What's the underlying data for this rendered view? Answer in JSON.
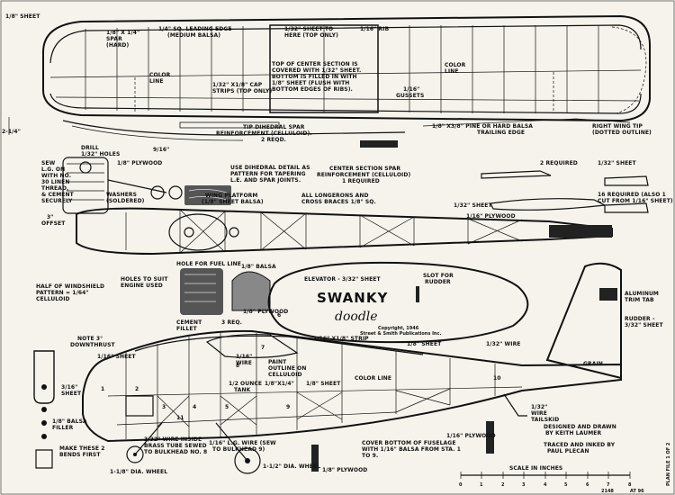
{
  "plan": {
    "title_main": "SWANKY",
    "title_script": "doodle",
    "copyright": [
      "Copyright, 1946",
      "Street & Smith Publications Inc."
    ],
    "designer": [
      "DESIGNED AND DRAWN",
      "BY KEITH LAUMER",
      "TRACED AND INKED BY",
      "PAUL PLECAN"
    ],
    "scale": "SCALE IN INCHES",
    "scale_ticks": [
      "0",
      "1",
      "2",
      "3",
      "4",
      "5",
      "6",
      "7",
      "8"
    ],
    "sheet_note": "PLAN FILE 1 OF 2",
    "footer": [
      "2148",
      "AT 96"
    ]
  },
  "wing": {
    "labels": [
      "1/8\" SHEET",
      "1/8\" X 1/4\"",
      "SPAR",
      "(HARD)",
      "1/4\" SQ. LEADING EDGE",
      "(MEDIUM BALSA)",
      "1/32\" SHEET TO",
      "HERE (TOP ONLY)",
      "1/16\" RIB",
      "COLOR",
      "LINE",
      "1/32\" X1/8\" CAP",
      "STRIPS (TOP ONLY)",
      "TOP OF CENTER SECTION IS",
      "COVERED WITH 1/32\" SHEET.",
      "BOTTOM IS FILLED IN WITH",
      "1/8\" SHEET (FLUSH WITH",
      "BOTTOM EDGES OF RIBS).",
      "COLOR",
      "LINE",
      "1/16\"",
      "GUSSETS",
      "TIP DIHEDRAL SPAR",
      "REINFORCEMENT (CELLULOID).",
      "2 REQD.",
      "1/8\" X3/8\" PINE OR HARD BALSA",
      "TRAILING EDGE",
      "RIGHT WING TIP",
      "(DOTTED OUTLINE)",
      "2-1/4\"",
      "9/16\""
    ]
  },
  "middle": {
    "labels": [
      "DRILL",
      "1/32\" HOLES",
      "1/8\" PLYWOOD",
      "SEW",
      "L.G. ON",
      "WITH NO.",
      "30 LINEN",
      "THREAD,",
      "& CEMENT",
      "SECURELY",
      "WASHERS",
      "(SOLDERED)",
      "USE DIHEDRAL DETAIL AS",
      "PATTERN FOR TAPERING",
      "L.E. AND SPAR JOINTS.",
      "CENTER SECTION SPAR",
      "REINFORCEMENT (CELLULOID)",
      "1 REQUIRED",
      "2 REQUIRED",
      "1/32\" SHEET",
      "1/32\" SHEET",
      "16 REQUIRED (ALSO 1",
      "CUT FROM 1/16\" SHEET)",
      "WING PLATFORM",
      "(1/8\" SHEET BALSA)",
      "ALL LONGERONS AND",
      "CROSS BRACES 1/8\" SQ.",
      "3\"",
      "OFFSET",
      "1/16\" PLYWOOD",
      "HOLE FOR FUEL LINE",
      "HALF OF WINDSHIELD",
      "PATTERN = 1/64\"",
      "CELLULOID",
      "HOLES TO SUIT",
      "ENGINE USED",
      "1/8\" BALSA",
      "ELEVATOR - 3/32\" SHEET",
      "SLOT FOR",
      "RUDDER",
      "ALUMINUM",
      "TRIM TAB",
      "RUDDER -",
      "3/32\" SHEET"
    ]
  },
  "fuselage": {
    "labels": [
      "CEMENT",
      "FILLET",
      "3 REQ.",
      "1/8\" PLYWOOD",
      "NOTE 3°",
      "DOWNTHRUST",
      "1/16\" SHEET",
      "1/16\"",
      "WIRE",
      "PAINT",
      "OUTLINE ON",
      "CELLULOID",
      "1/16\" X1/8\" STRIP",
      "1/8\" SHEET",
      "1/32\" WIRE",
      "GRAIN",
      "3/16\"",
      "SHEET",
      "1/2 OUNCE",
      "TANK",
      "1/8\"X1/4\"",
      "1/8\" SHEET",
      "COLOR LINE",
      "1/32\"",
      "WIRE",
      "TAILSKID",
      "1/8\" BALSA",
      "FILLER",
      "MAKE THESE 2",
      "BENDS FIRST",
      "3/32\" WIRE INSIDE",
      "BRASS TUBE SEWED",
      "TO BULKHEAD NO. 8",
      "1-1/8\" DIA. WHEEL",
      "1/16\" L.G. WIRE (SEW",
      "TO BULKHEAD 9)",
      "1-1/2\" DIA. WHEEL",
      "COVER BOTTOM OF FUSELAGE",
      "WITH 1/16\" BALSA FROM STA. 1",
      "TO 9.",
      "1/16\" PLYWOOD",
      "1/8\" PLYWOOD"
    ],
    "stations": [
      "1",
      "2",
      "3",
      "4",
      "5",
      "6",
      "7",
      "8",
      "9",
      "10",
      "11"
    ]
  }
}
